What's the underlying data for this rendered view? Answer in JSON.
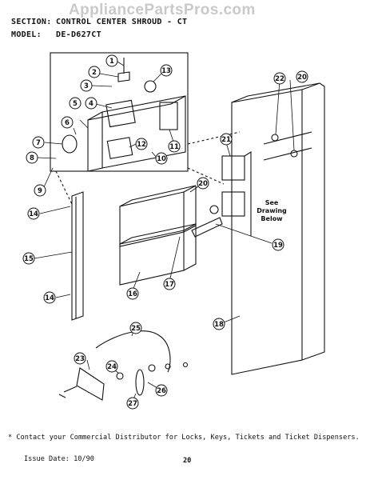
{
  "watermark": "AppliancePartsPros.com",
  "header": {
    "section_label": "SECTION:",
    "section_value": "CONTROL CENTER SHROUD - CT",
    "model_label": "MODEL:",
    "model_value": "DE-D627CT"
  },
  "callouts": [
    "1",
    "2",
    "3",
    "4",
    "5",
    "6",
    "7",
    "8",
    "9",
    "10",
    "11",
    "12",
    "13",
    "14",
    "14",
    "15",
    "16",
    "17",
    "18",
    "19",
    "20",
    "20",
    "21",
    "22",
    "23",
    "24",
    "25",
    "26",
    "27"
  ],
  "see_note": [
    "See",
    "Drawing",
    "Below"
  ],
  "footnote": "* Contact your Commercial Distributor for Locks, Keys, Tickets and Ticket Dispensers.",
  "issue_date": "Issue Date: 10/90",
  "page_number": "20"
}
